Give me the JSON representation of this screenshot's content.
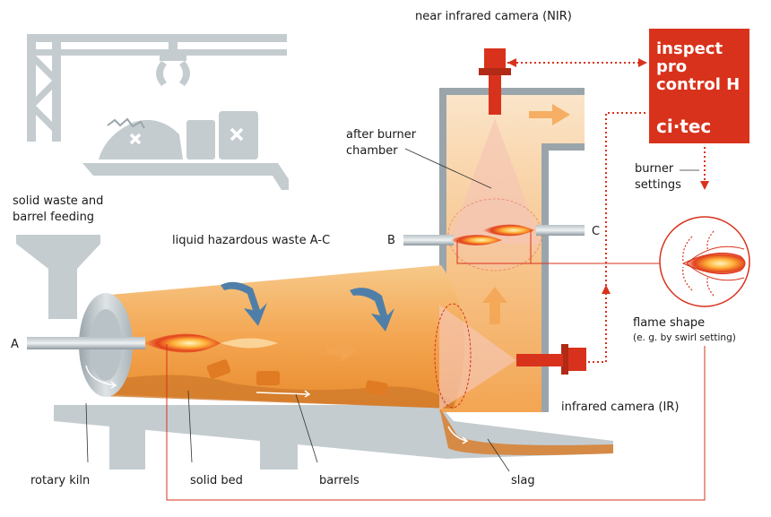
{
  "labels": {
    "nir_camera": "near infrared camera (NIR)",
    "after_burner_1": "after burner",
    "after_burner_2": "chamber",
    "feeding_1": "solid waste and",
    "feeding_2": "barrel feeding",
    "liquid_waste": "liquid hazardous waste A-C",
    "burner_b": "B",
    "burner_c": "C",
    "burner_a": "A",
    "burner_settings_1": "burner",
    "burner_settings_2": "settings",
    "flame_shape_1": "flame shape",
    "flame_shape_2": "(e. g. by swirl setting)",
    "ir_camera": "infrared camera (IR)",
    "rotary_kiln": "rotary kiln",
    "solid_bed": "solid bed",
    "barrels": "barrels",
    "slag": "slag"
  },
  "brand": {
    "line1": "inspect",
    "line2": "pro",
    "line3": "control H",
    "line4": "ci·tec"
  },
  "colors": {
    "red": "#d9321c",
    "grey": "#c4ccd0",
    "dark_grey": "#9aa5ab",
    "orange": "#f3a552",
    "beam": "#f5c6b4"
  }
}
